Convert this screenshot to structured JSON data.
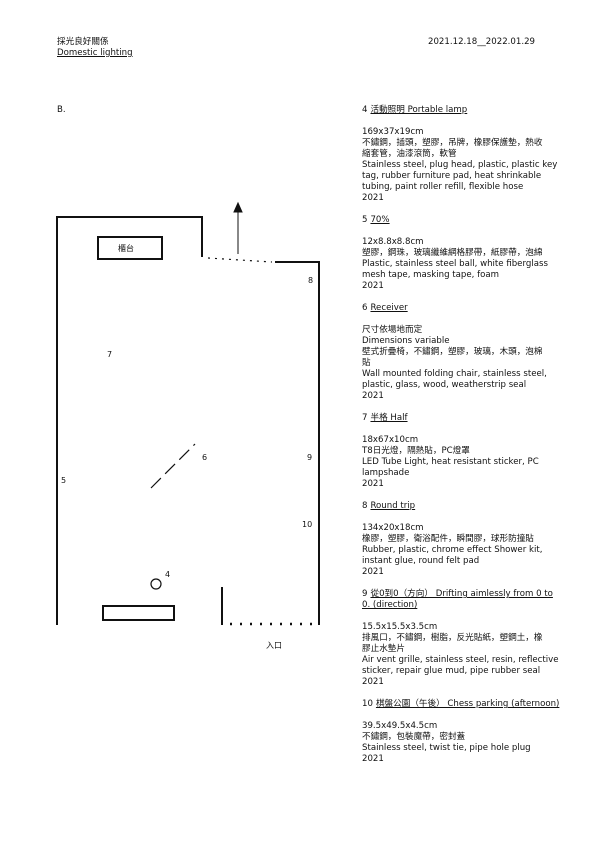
{
  "header": {
    "title_zh": "採光良好關係",
    "title_en": "Domestic lighting",
    "date": "2021.12.18__2022.01.29"
  },
  "section_letter": "B.",
  "plan": {
    "counter_label": "櫃台",
    "entrance_label": "入口",
    "markers": {
      "m4": "4",
      "m5": "5",
      "m6": "6",
      "m7": "7",
      "m8": "8",
      "m9": "9",
      "m10": "10"
    }
  },
  "entries": [
    {
      "num": "4",
      "title": "活動照明 Portable lamp",
      "dims": "169x37x19cm",
      "materials_zh": [
        "不鏽鋼，插頭，塑膠，吊牌，橡膠保護墊，熱收",
        "縮套管，油漆滾筒，軟管"
      ],
      "materials_en": [
        "Stainless steel, plug head, plastic, plastic key",
        "tag, rubber furniture pad, heat shrinkable",
        "tubing, paint roller refill, flexible hose"
      ],
      "year": "2021"
    },
    {
      "num": "5",
      "title": "70%",
      "dims": "12x8.8x8.8cm",
      "materials_zh": [
        "塑膠，鋼珠，玻璃纖維網格膠帶，紙膠帶，泡綿"
      ],
      "materials_en": [
        "Plastic, stainless steel ball, white fiberglass",
        "mesh tape, masking tape, foam"
      ],
      "year": "2021"
    },
    {
      "num": "6",
      "title": "Receiver",
      "dims": "尺寸依場地而定",
      "dims2": "Dimensions variable",
      "materials_zh": [
        "壁式折疊椅，不鏽鋼，塑膠，玻璃，木頭，泡棉",
        "貼"
      ],
      "materials_en": [
        "Wall mounted folding chair, stainless steel,",
        "plastic, glass, wood, weatherstrip seal"
      ],
      "year": "2021"
    },
    {
      "num": "7",
      "title": "半格 Half",
      "dims": "18x67x10cm",
      "materials_zh": [
        "T8日光燈，隔熱貼，PC燈罩"
      ],
      "materials_en": [
        "LED Tube Light, heat resistant sticker, PC",
        "lampshade"
      ],
      "year": "2021"
    },
    {
      "num": "8",
      "title": "Round trip",
      "dims": "134x20x18cm",
      "materials_zh": [
        "橡膠，塑膠，衛浴配件，瞬間膠，球形防撞貼"
      ],
      "materials_en": [
        "Rubber, plastic, chrome effect Shower kit,",
        "instant glue, round felt pad"
      ],
      "year": "2021"
    },
    {
      "num": "9",
      "title": "從0到0（方向） Drifting aimlessly from 0 to 0. (direction)",
      "dims": "15.5x15.5x3.5cm",
      "materials_zh": [
        "排風口，不鏽鋼，樹脂，反光貼紙，塑鋼土，橡",
        "膠止水墊片"
      ],
      "materials_en": [
        "Air vent grille, stainless steel, resin, reflective",
        "sticker, repair glue mud, pipe rubber seal"
      ],
      "year": "2021"
    },
    {
      "num": "10",
      "title": "棋盤公園（午後） Chess parking (afternoon)",
      "dims": "39.5x49.5x4.5cm",
      "materials_zh": [
        "不鏽鋼，包裝魔帶，密封蓋"
      ],
      "materials_en": [
        "Stainless steel, twist tie, pipe hole plug"
      ],
      "year": "2021"
    }
  ]
}
